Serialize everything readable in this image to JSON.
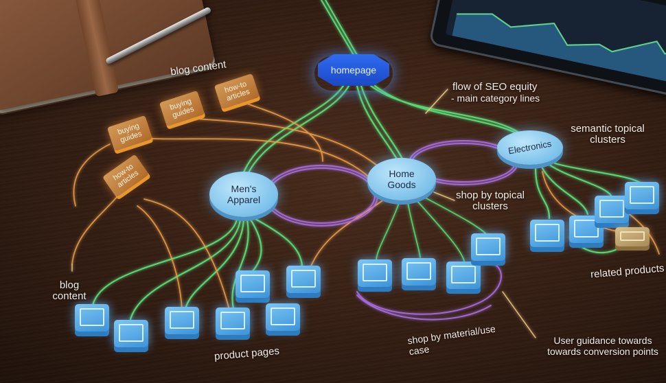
{
  "diagram": {
    "root": {
      "label": "homepage"
    },
    "categories": [
      {
        "id": "mens",
        "label": "Men's Apparel"
      },
      {
        "id": "home",
        "label": "Home Goods"
      },
      {
        "id": "electronics",
        "label": "Electronics"
      }
    ],
    "blog_nodes": [
      {
        "label": "how-to articles"
      },
      {
        "label": "buying guides"
      },
      {
        "label": "buying guides"
      },
      {
        "label": "how-to articles"
      }
    ],
    "annotations": {
      "blog_content_top": "blog content",
      "blog_content_left": "blog content",
      "seo_equity_line1": "flow of SEO equity",
      "seo_equity_line2": "- main category lines",
      "semantic_clusters": "semantic topical clusters",
      "shop_topical": "shop by topical clusters",
      "shop_material": "shop by material/use case",
      "user_guidance": "User guidance towards towards conversion points",
      "related_products": "related products",
      "product_pages": "product pages"
    },
    "colors": {
      "main_lines": "#59e07a",
      "blog_lines": "#f0a04a",
      "cluster_rings": "#a86ee0",
      "node_blue": "#7cc1ea",
      "root_blue": "#2a62e8"
    }
  }
}
